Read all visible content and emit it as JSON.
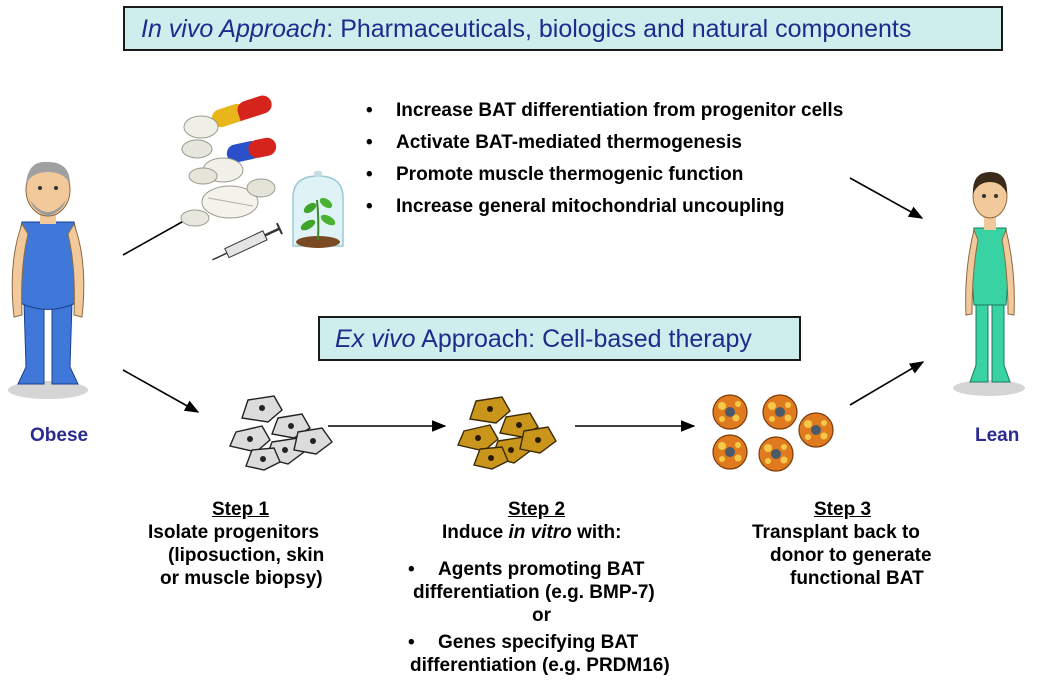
{
  "invivo": {
    "title_italic": "In vivo Approach",
    "title_rest": ": Pharmaceuticals, biologics and natural components",
    "bullets": [
      "Increase BAT differentiation from progenitor cells",
      "Activate BAT-mediated thermogenesis",
      "Promote muscle thermogenic function",
      "Increase general mitochondrial uncoupling"
    ],
    "bullet_char": "•"
  },
  "exvivo": {
    "title_italic": "Ex vivo",
    "title_rest": " Approach: Cell-based therapy"
  },
  "persons": {
    "left_label": "Obese",
    "right_label": "Lean"
  },
  "steps": {
    "step1": {
      "title": "Step 1",
      "line1": "Isolate progenitors",
      "line2": "(liposuction, skin",
      "line3": "or muscle biopsy)"
    },
    "step2": {
      "title": "Step 2",
      "line1_pre": "Induce ",
      "line1_italic": "in vitro",
      "line1_post": " with:",
      "bullet1_line1": "Agents promoting BAT",
      "bullet1_line2": "differentiation (e.g. BMP-7)",
      "or": "or",
      "bullet2_line1": "Genes specifying BAT",
      "bullet2_line2": "differentiation (e.g. PRDM16)"
    },
    "step3": {
      "title": "Step 3",
      "line1": "Transplant back to",
      "line2": "donor to generate",
      "line3": "functional BAT"
    }
  },
  "colors": {
    "title_box_bg": "#cdeeed",
    "title_text": "#1f2a8c",
    "person_label": "#2a2a90",
    "obese_outfit": "#3f78d8",
    "lean_outfit": "#39d3a3",
    "progenitor_cell": "#dcdcdc",
    "induced_cell": "#c9961b",
    "bat_cell": "#e07a1f"
  },
  "icons": [
    "pills-icon",
    "syringe-icon",
    "plant-jar-icon",
    "obese-person-icon",
    "lean-person-icon",
    "progenitor-cells-icon",
    "induced-cells-icon",
    "brown-fat-cells-icon"
  ]
}
